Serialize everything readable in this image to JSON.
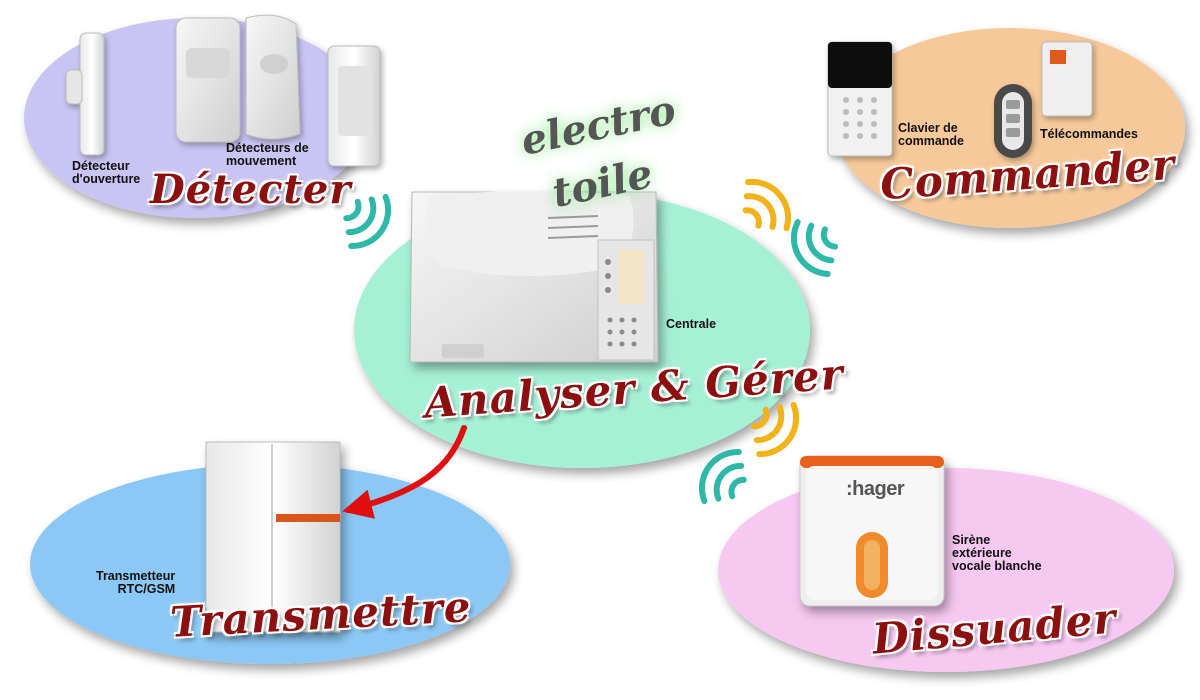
{
  "watermark": {
    "line1": "electro",
    "line2": "toile"
  },
  "groups": {
    "detecter": {
      "title": "Détecter",
      "labels": [
        "Détecteur\nd'ouverture",
        "Détecteurs de\nmouvement"
      ]
    },
    "commander": {
      "title": "Commander",
      "labels": [
        "Clavier de\ncommande",
        "Télécommandes"
      ]
    },
    "analyser": {
      "title": "Analyser & Gérer",
      "labels": [
        "Centrale"
      ]
    },
    "transmettre": {
      "title": "Transmettre",
      "labels": [
        "Transmetteur\nRTC/GSM"
      ]
    },
    "dissuader": {
      "title": "Dissuader",
      "labels": [
        "Sirène\nextérieure\nvocale blanche"
      ],
      "brand": ":hager"
    }
  },
  "colors": {
    "detecter": "#c9c4f2",
    "commander": "#f7c99a",
    "analyser": "#a6f0d6",
    "transmettre": "#8cc8f5",
    "dissuader": "#f7c8f2",
    "title": "#8c1010",
    "arrow": "#e01010",
    "wave_teal": "#2fb8a8",
    "wave_orange": "#f2b21a",
    "accent_orange": "#e8601a"
  },
  "icons": [
    "wireless-waves-icon",
    "arrow-icon"
  ]
}
